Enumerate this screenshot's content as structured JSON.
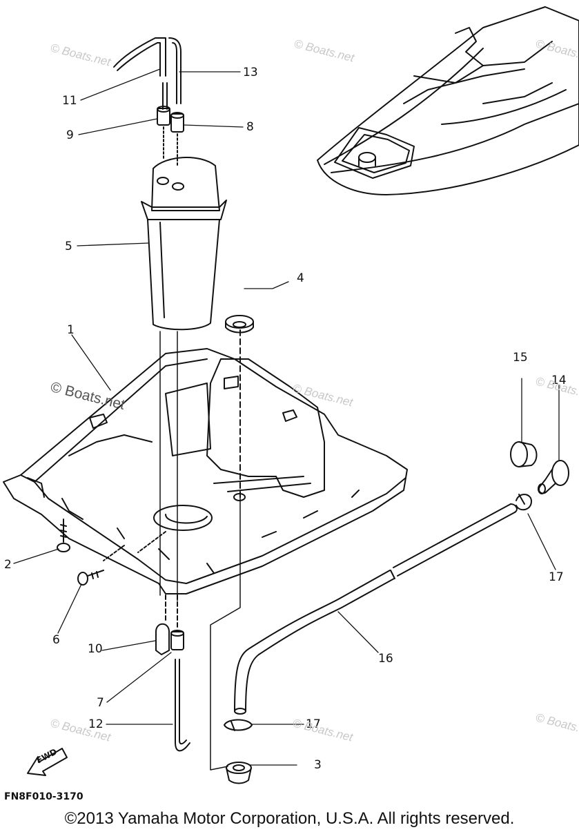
{
  "diagram": {
    "callouts": [
      "1",
      "2",
      "3",
      "4",
      "5",
      "6",
      "7",
      "8",
      "9",
      "10",
      "11",
      "12",
      "13",
      "14",
      "15",
      "16",
      "17",
      "17"
    ],
    "watermarks": [
      "© Boats.net",
      "© Boats.net",
      "© Boats.net",
      "© Boats.net",
      "© Boats.net",
      "© Boats.net",
      "© Boats.net",
      "© Boats.net",
      "© Boats.net"
    ],
    "fwd_label": "FWD",
    "diagram_code": "FN8F010-3170",
    "copyright": "©2013 Yamaha Motor Corporation, U.S.A. All rights reserved."
  }
}
